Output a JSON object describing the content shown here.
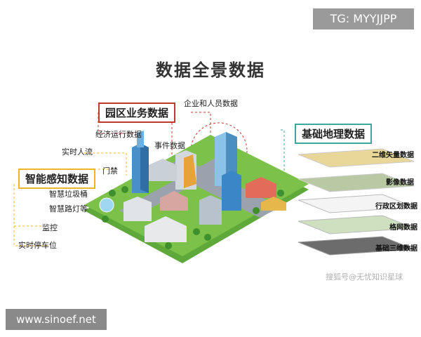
{
  "watermark_tag": "TG: MYYJJPP",
  "title": "数据全景数据",
  "park_business": {
    "heading": "园区业务数据",
    "items": [
      "企业和人员数据",
      "经济运行数据",
      "事件数据"
    ]
  },
  "smart_sensing": {
    "heading": "智能感知数据",
    "items": [
      "实时人流",
      "门禁",
      "智慧垃圾桶",
      "智慧路灯等",
      "监控",
      "实时停车位"
    ]
  },
  "geo_data": {
    "heading": "基础地理数据",
    "layers": [
      "二维矢量数据",
      "影像数据",
      "行政区划数据",
      "格网数据",
      "基础三维数据"
    ]
  },
  "source_watermark": "搜狐号@无忧知识星球",
  "site_watermark": "www.sinoef.net",
  "colors": {
    "business_border": "#c0392b",
    "sensing_border": "#f0b429",
    "geo_border": "#3aa89a",
    "ground": "#7cc24a",
    "road": "#9aa3ad"
  }
}
